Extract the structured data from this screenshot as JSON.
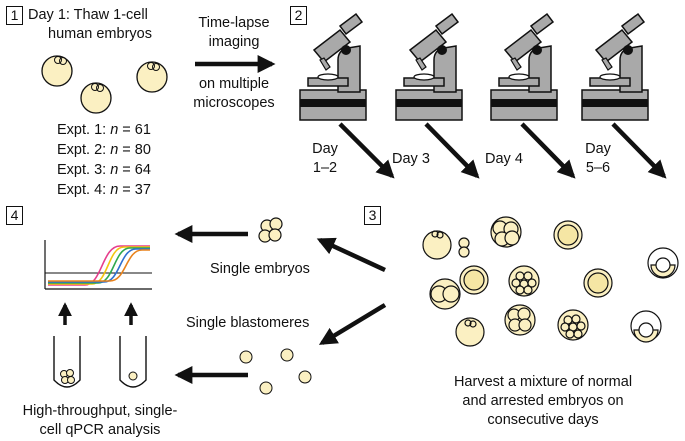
{
  "steps": {
    "s1": {
      "number": "1",
      "text": "Day 1: Thaw 1-cell",
      "text2": "human embryos"
    },
    "s2": {
      "number": "2"
    },
    "s3": {
      "number": "3"
    },
    "s4": {
      "number": "4"
    }
  },
  "imaging": {
    "line1": "Time-lapse",
    "line2": "imaging",
    "line3": "on multiple",
    "line4": "microscopes"
  },
  "experiments": [
    {
      "label": "Expt. 1: ",
      "var": "n",
      "value": " = 61"
    },
    {
      "label": "Expt. 2: ",
      "var": "n",
      "value": " = 80"
    },
    {
      "label": "Expt. 3: ",
      "var": "n",
      "value": " = 64"
    },
    {
      "label": "Expt. 4: ",
      "var": "n",
      "value": " = 37"
    }
  ],
  "days": {
    "d1": {
      "line1": "Day",
      "line2": "1–2"
    },
    "d3": "Day 3",
    "d4": "Day 4",
    "d5": {
      "line1": "Day",
      "line2": "5–6"
    }
  },
  "labels": {
    "single_embryos": "Single embryos",
    "single_blastomeres": "Single blastomeres",
    "harvest1": "Harvest a mixture of normal",
    "harvest2": "and arrested embryos on",
    "harvest3": "consecutive days",
    "qpcr1": "High-throughput, single-",
    "qpcr2": "cell qPCR analysis"
  },
  "colors": {
    "embryo_fill": "#fbf0c2",
    "microscope_gray": "#a9a9a9",
    "curve_colors": [
      "#e63e8c",
      "#f3c511",
      "#2fa84f",
      "#2f6fd0",
      "#e8821c"
    ]
  }
}
